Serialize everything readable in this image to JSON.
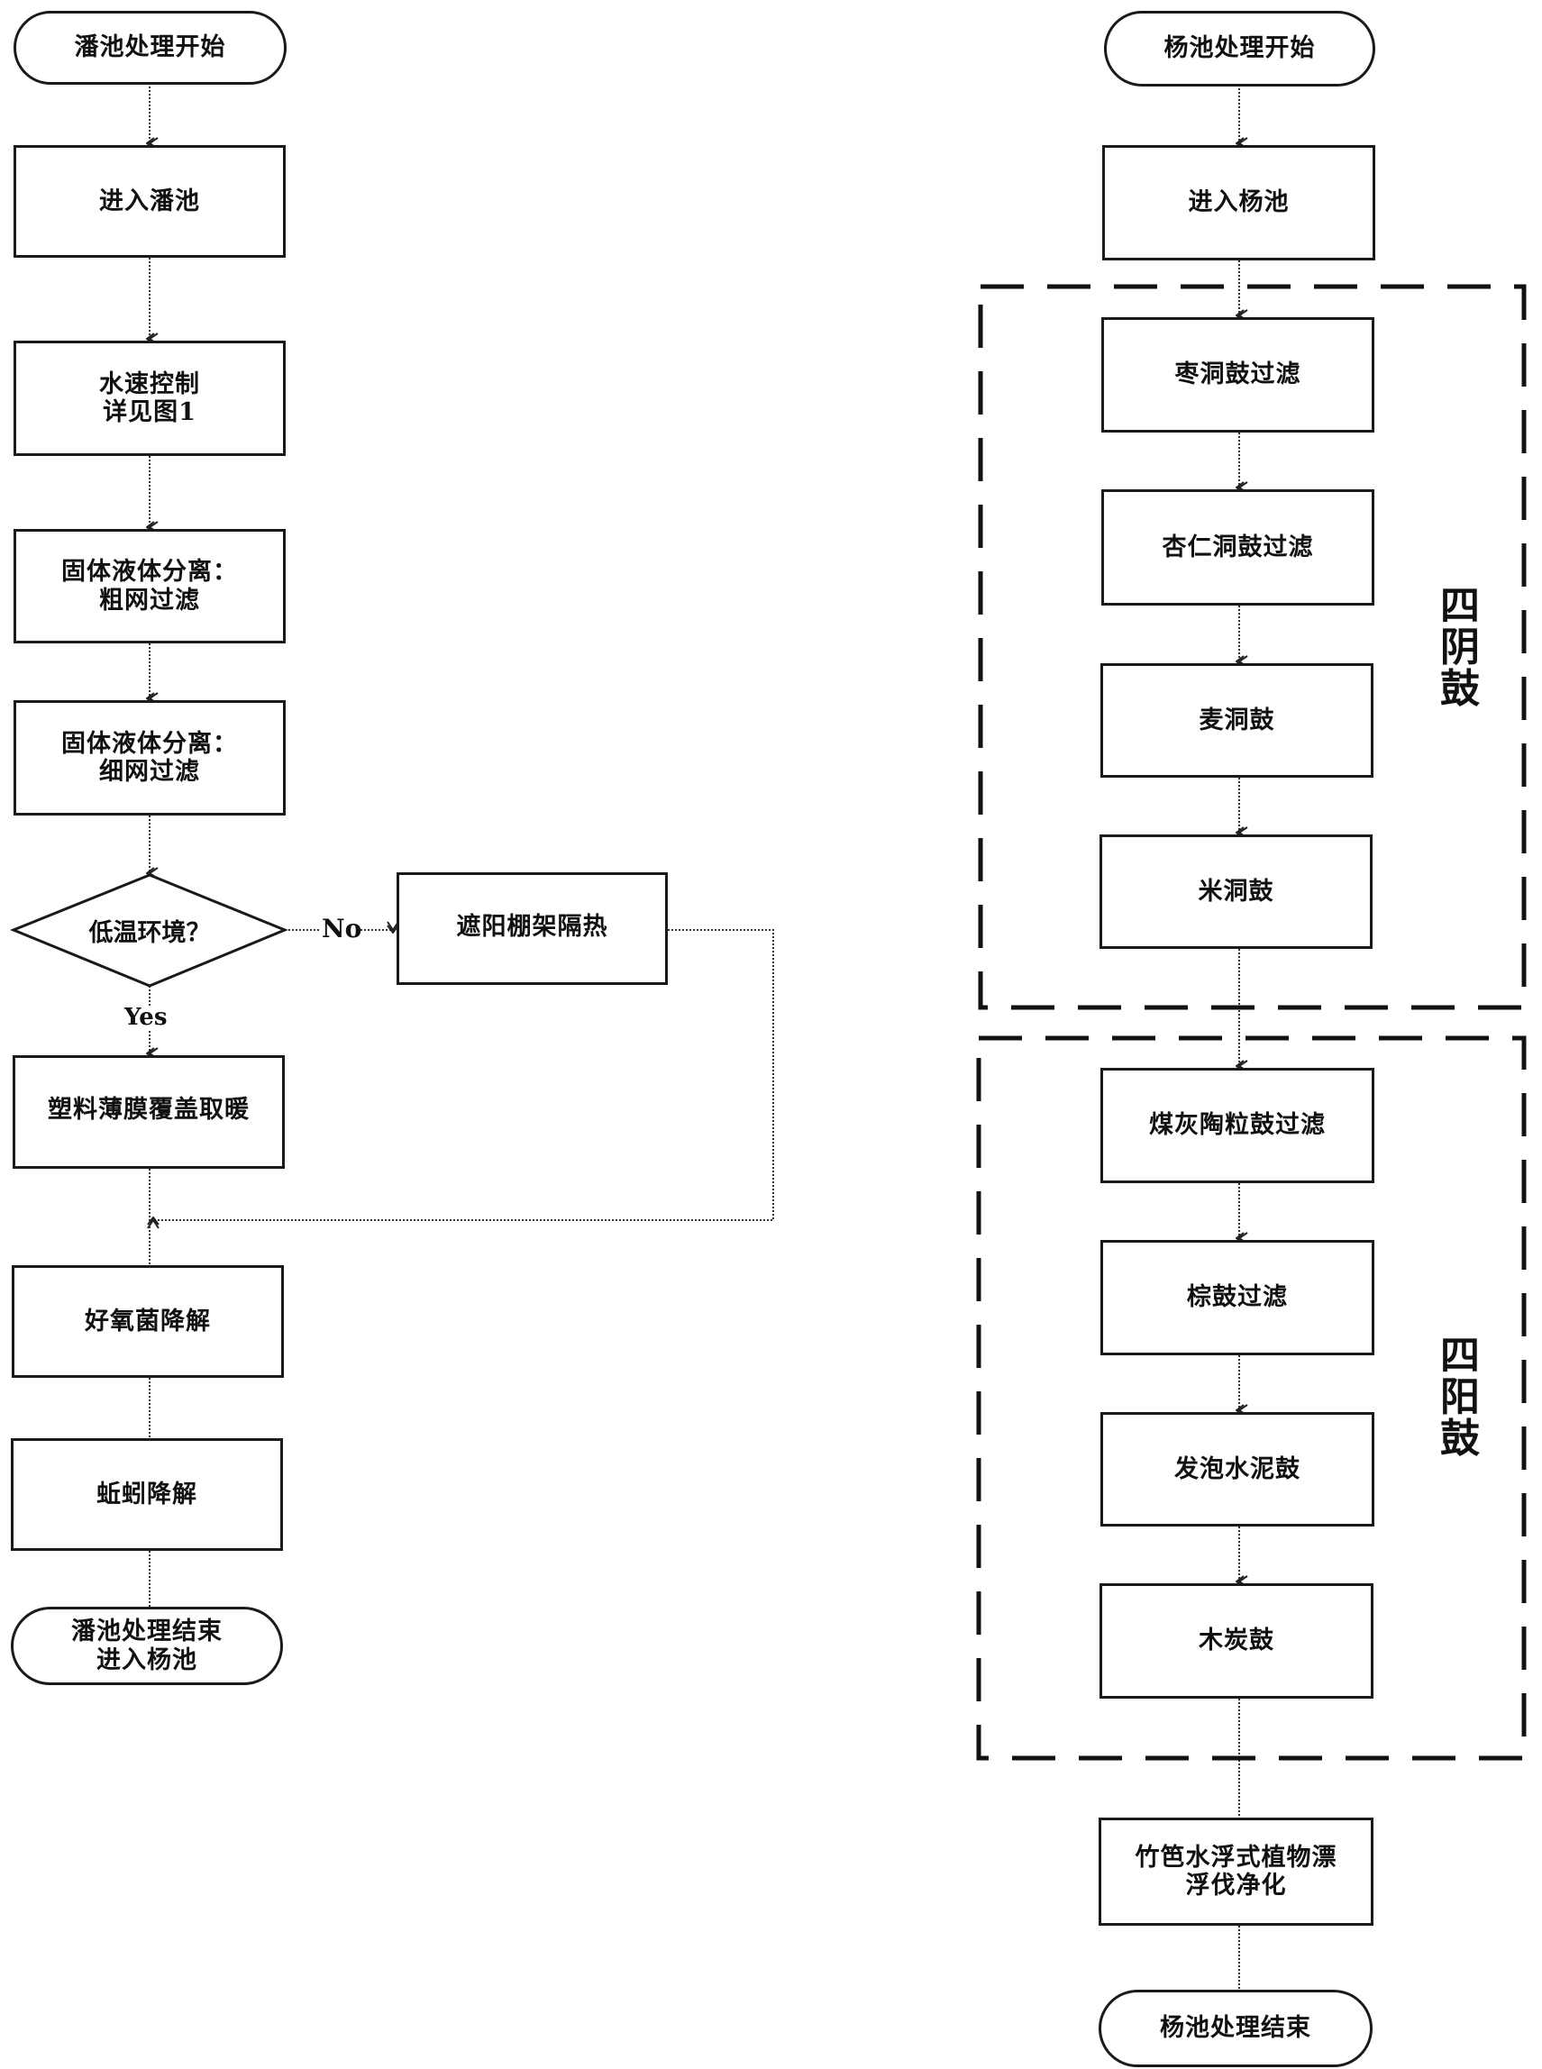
{
  "left_flow": {
    "start": "潘池处理开始",
    "enter": "进入潘池",
    "speed": "水速控制\n详见图1",
    "coarse": "固体液体分离：\n粗网过滤",
    "fine": "固体液体分离：\n细网过滤",
    "decision": "低温环境？",
    "yes_label": "Yes",
    "no_label": "No",
    "shade": "遮阳棚架隔热",
    "film": "塑料薄膜覆盖取暖",
    "aerobic": "好氧菌降解",
    "worm": "蚯蚓降解",
    "end": "潘池处理结束\n进入杨池"
  },
  "right_flow": {
    "start": "杨池处理开始",
    "enter": "进入杨池",
    "group_yin": {
      "label": "四阴鼓",
      "steps": [
        "枣洞鼓过滤",
        "杏仁洞鼓过滤",
        "麦洞鼓",
        "米洞鼓"
      ]
    },
    "group_yang": {
      "label": "四阳鼓",
      "steps": [
        "煤灰陶粒鼓过滤",
        "棕鼓过滤",
        "发泡水泥鼓",
        "木炭鼓"
      ]
    },
    "raft": "竹笆水浮式植物漂\n浮伐净化",
    "end": "杨池处理结束"
  }
}
